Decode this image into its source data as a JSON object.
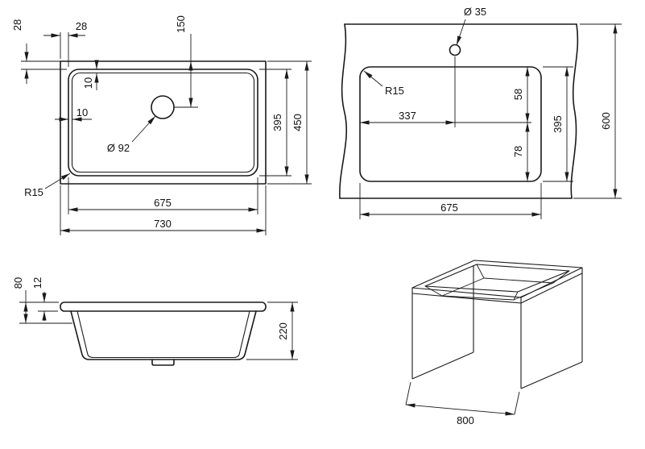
{
  "top_view": {
    "offset_left": "28",
    "offset_top": "28",
    "drain_from_top": "150",
    "bowl_inner_gap_vertical": "10",
    "bowl_inner_gap_horizontal": "10",
    "drain_diameter": "Ø 92",
    "corner_radius": "R15",
    "bowl_width": "675",
    "overall_width": "730",
    "bowl_depth": "395",
    "overall_depth": "450"
  },
  "cutout_view": {
    "faucet_hole_diameter": "Ø 35",
    "corner_radius": "R15",
    "hole_from_left_edge": "337",
    "upper_offset": "58",
    "lower_offset": "78",
    "cutout_depth": "395",
    "worktop_depth": "600",
    "cutout_width": "675"
  },
  "section_view": {
    "rim_to_shoulder": "80",
    "rim_thickness": "12",
    "total_depth": "220"
  },
  "cabinet_view": {
    "cabinet_width": "800"
  }
}
